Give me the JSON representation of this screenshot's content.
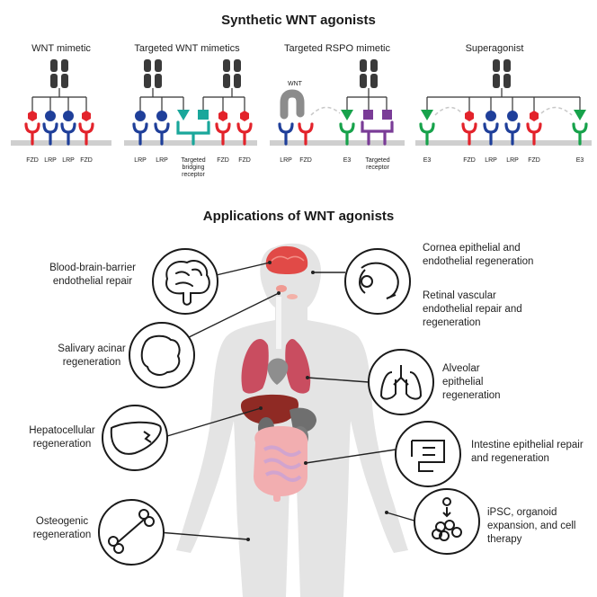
{
  "top_title": "Synthetic WNT agonists",
  "panels": [
    {
      "title": "WNT mimetic",
      "receptors": [
        "FZD",
        "LRP",
        "LRP",
        "FZD"
      ]
    },
    {
      "title": "Targeted WNT mimetics",
      "receptors": [
        "LRP",
        "LRP",
        "Targeted bridging receptor",
        "FZD",
        "FZD"
      ]
    },
    {
      "title": "Targeted RSPO mimetic",
      "wnt_label": "WNT",
      "receptors": [
        "LRP",
        "FZD",
        "E3",
        "Targeted receptor"
      ]
    },
    {
      "title": "Superagonist",
      "receptors": [
        "E3",
        "FZD",
        "LRP",
        "LRP",
        "FZD",
        "E3"
      ]
    }
  ],
  "apps_title": "Applications of WNT agonists",
  "applications": [
    {
      "label": "Blood-brain-barrier endothelial repair",
      "icon": "brain-icon"
    },
    {
      "label": "Salivary acinar regeneration",
      "icon": "salivary-gland-icon"
    },
    {
      "label": "Hepatocellular regeneration",
      "icon": "liver-icon"
    },
    {
      "label": "Osteogenic regeneration",
      "icon": "bone-icon"
    },
    {
      "label": "Cornea epithelial and endothelial regeneration",
      "icon": "eye-icon"
    },
    {
      "label": "Retinal vascular endothelial repair and regeneration",
      "icon": "eye-icon"
    },
    {
      "label": "Alveolar epithelial regeneration",
      "icon": "lungs-icon"
    },
    {
      "label": "Intestine epithelial repair and regeneration",
      "icon": "intestine-icon"
    },
    {
      "label": "iPSC, organoid expansion, and cell therapy",
      "icon": "cells-icon"
    }
  ],
  "colors": {
    "fzd": "#e3232b",
    "lrp": "#1f3f9a",
    "bridging": "#1aa79b",
    "e3": "#17a24b",
    "rspo_receptor": "#7a3c97",
    "antibody": "#3a3a3a",
    "membrane": "#cfcfcf"
  }
}
